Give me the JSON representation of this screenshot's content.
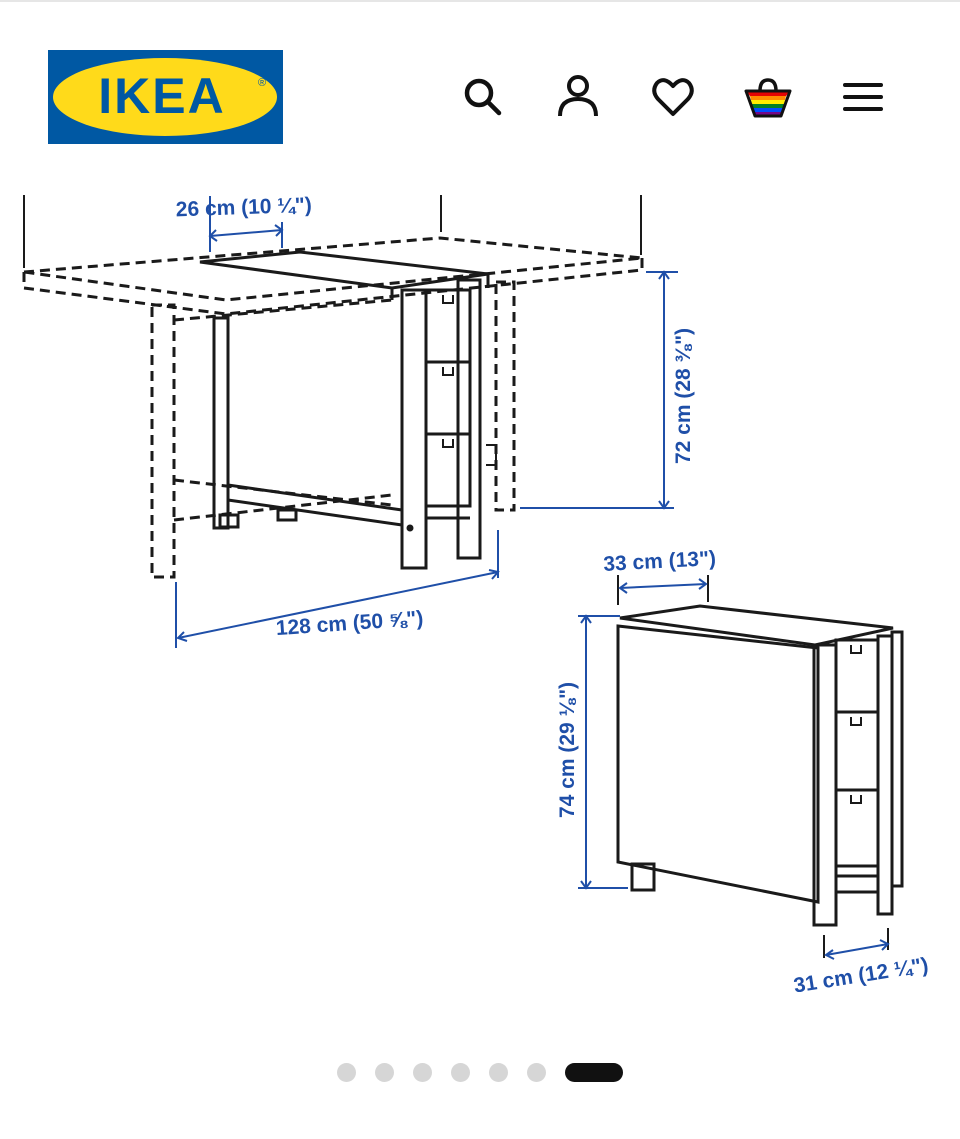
{
  "brand": {
    "logo_text": "IKEA",
    "registered_mark": "®",
    "logo_blue": "#0058a3",
    "logo_yellow": "#ffda1a"
  },
  "header_icons": [
    "search-icon",
    "account-icon",
    "favourites-heart-icon",
    "shopping-basket-icon",
    "menu-icon"
  ],
  "dimensions": {
    "leaf_width": "26 cm (10 ¼\")",
    "height_open": "72 cm (28 ⅜\")",
    "length_open": "128 cm (50 ⅝\")",
    "width_folded": "33 cm (13\")",
    "height_folded": "74 cm (29 ⅛\")",
    "depth_folded": "31 cm (12 ¼\")"
  },
  "carousel": {
    "total_slides": 7,
    "active_slide": 7
  },
  "colors": {
    "dimension_text": "#1f4fa8",
    "line_art": "#1a1a1a",
    "active_dot": "#111111",
    "inactive_dot": "#d6d6d6"
  }
}
